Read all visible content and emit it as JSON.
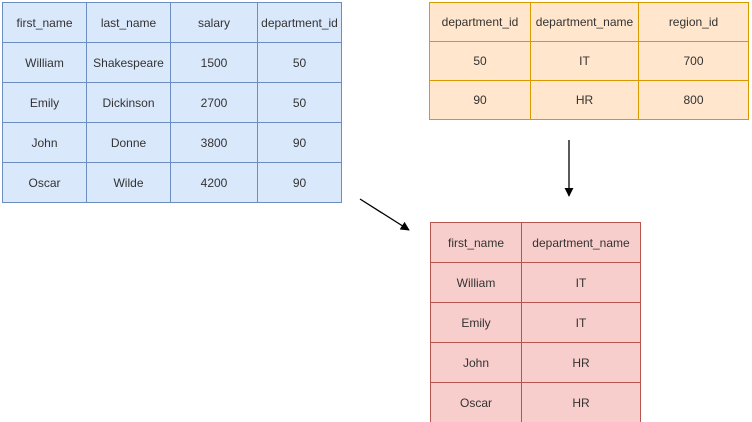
{
  "colors": {
    "employees_fill": "#dae8fc",
    "employees_stroke": "#6c8ebf",
    "departments_fill": "#ffe6cc",
    "departments_stroke": "#d79b00",
    "result_fill": "#f8cecc",
    "result_stroke": "#b85450",
    "arrow": "#000000",
    "text": "#333333",
    "background": "#ffffff"
  },
  "tables": {
    "employees": {
      "headers": [
        "first_name",
        "last_name",
        "salary",
        "department_id"
      ],
      "rows": [
        [
          "William",
          "Shakespeare",
          "1500",
          "50"
        ],
        [
          "Emily",
          "Dickinson",
          "2700",
          "50"
        ],
        [
          "John",
          "Donne",
          "3800",
          "90"
        ],
        [
          "Oscar",
          "Wilde",
          "4200",
          "90"
        ]
      ]
    },
    "departments": {
      "headers": [
        "department_id",
        "department_name",
        "region_id"
      ],
      "rows": [
        [
          "50",
          "IT",
          "700"
        ],
        [
          "90",
          "HR",
          "800"
        ]
      ]
    },
    "result": {
      "headers": [
        "first_name",
        "department_name"
      ],
      "rows": [
        [
          "William",
          "IT"
        ],
        [
          "Emily",
          "IT"
        ],
        [
          "John",
          "HR"
        ],
        [
          "Oscar",
          "HR"
        ]
      ]
    }
  }
}
